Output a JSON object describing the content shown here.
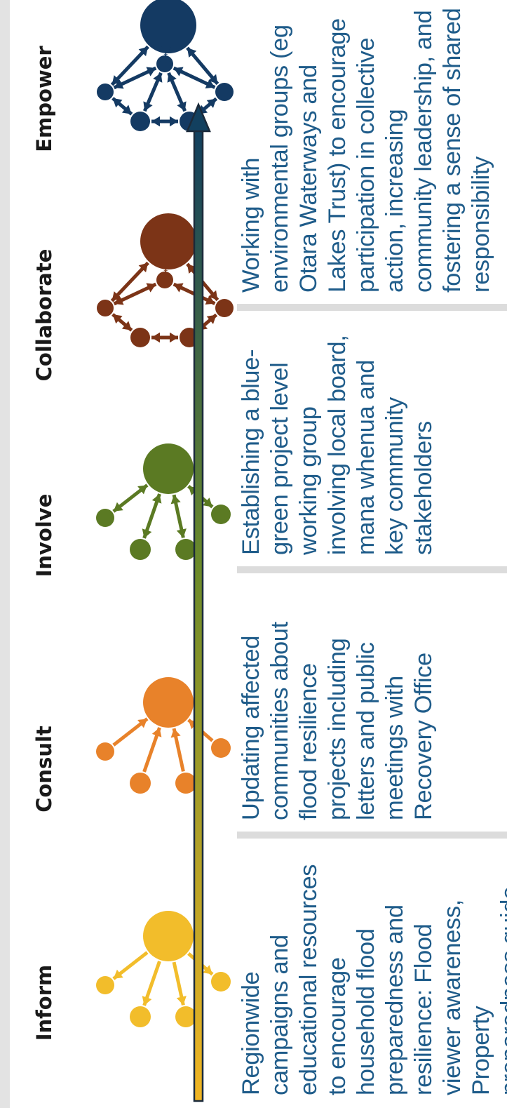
{
  "stages": [
    {
      "key": "inform",
      "title": "Inform",
      "color": "#f2bd2b",
      "description": "Regionwide campaigns and educational resources to encourage household flood preparedness and resilience: Flood viewer awareness, Property preparedness guide, Library installations"
    },
    {
      "key": "consult",
      "title": "Consult",
      "color": "#e8822a",
      "description": "Updating affected communities about flood resilience projects including letters and public meetings with Recovery Office"
    },
    {
      "key": "involve",
      "title": "Involve",
      "color": "#5b7a23",
      "description": "Establishing a blue-green project level working group involving local board, mana whenua and key community stakeholders"
    },
    {
      "key": "collaborate",
      "title": "Collaborate",
      "color": "#7c3417",
      "description": "Working with environmental groups (eg Otara Waterways and Lakes Trust) to encourage participation in collective action, increasing community leadership, and fostering a sense of shared responsibility"
    },
    {
      "key": "empower",
      "title": "Empower",
      "color": "#143a63"
    }
  ],
  "arrow": {
    "start_color": "#f0b524",
    "mid_color": "#6b8a2a",
    "end_color": "#12405f"
  }
}
